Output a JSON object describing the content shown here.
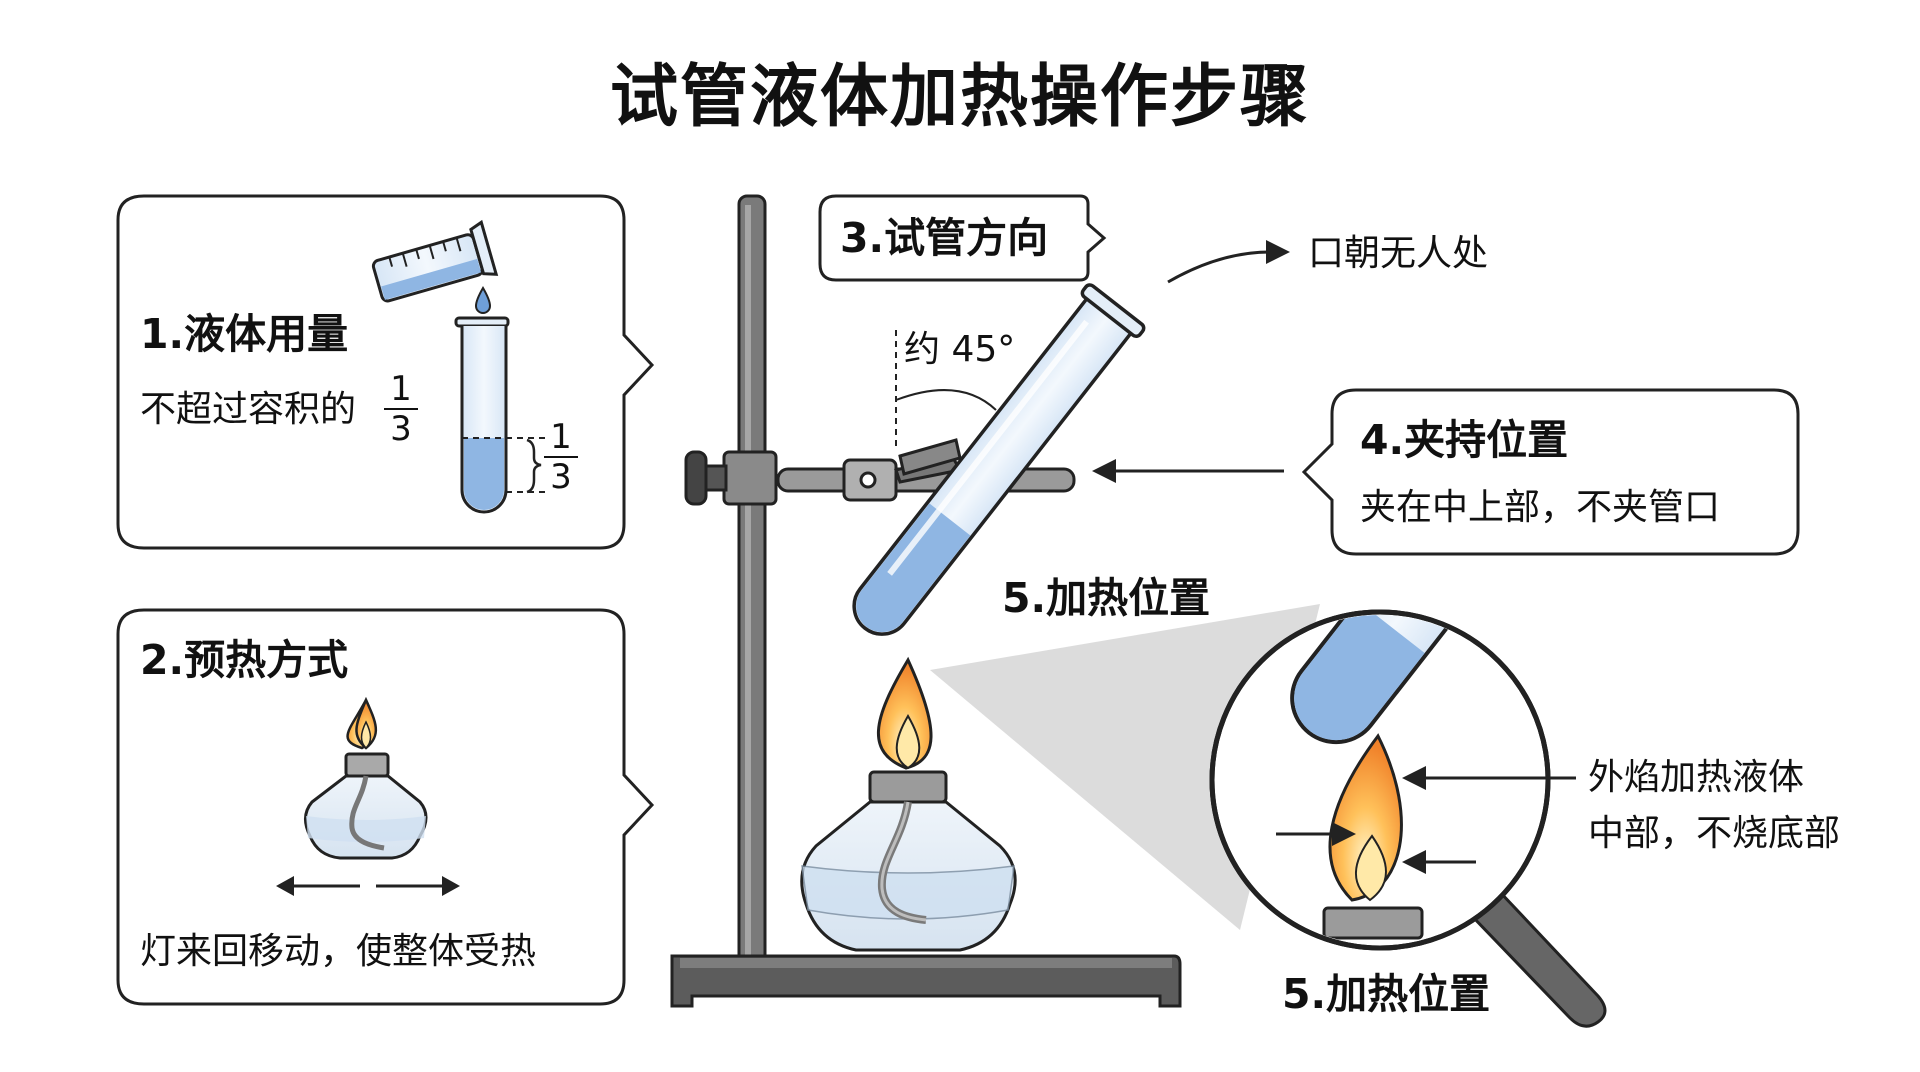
{
  "title": "试管液体加热操作步骤",
  "step1": {
    "heading": "1.液体用量",
    "text": "不超过容积的",
    "frac_num": "1",
    "frac_den": "3"
  },
  "step2": {
    "heading": "2.预热方式",
    "text": "灯来回移动，使整体受热"
  },
  "step3": {
    "heading": "3.试管方向",
    "angle": "约 45°",
    "direction": "口朝无人处"
  },
  "step4": {
    "heading": "4.夹持位置",
    "text": "夹在中上部，不夹管口"
  },
  "step5": {
    "heading": "5.加热位置",
    "heading_bottom": "5.加热位置",
    "text_line1": "外焰加热液体",
    "text_line2": "中部，不烧底部"
  },
  "colors": {
    "liquid": "#8fb6e3",
    "glass": "#e4eef8",
    "flame_outer": "#f59a3c",
    "flame_inner": "#ffd27a",
    "stand": "#6f6f6f",
    "stand_dark": "#555555",
    "outline": "#222222"
  }
}
